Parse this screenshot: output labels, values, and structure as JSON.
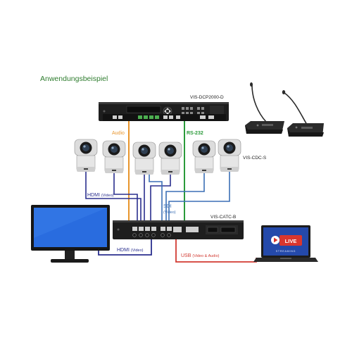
{
  "title": "Anwendungsbeispiel",
  "devices": {
    "processor": "VIS-DCP2000-D",
    "cameras": "VIS-CDC-S",
    "converter": "VIS-CATC-B"
  },
  "connections": {
    "audio": "Audio",
    "rs232": "RS-232",
    "hdmi_top": "HDMI",
    "hdmi_top_sub": "(Video)",
    "sdi": "SDI",
    "sdi_sub": "(Video)",
    "hdmi_bottom": "HDMI",
    "hdmi_bottom_sub": "(Video)",
    "usb": "USB",
    "usb_sub": "(Video & Audio)"
  },
  "badge": {
    "live": "LIVE",
    "streaming": "STREAMING"
  },
  "colors": {
    "audio": "#e8952d",
    "rs232": "#2a9a3a",
    "hdmi": "#2a2f8e",
    "sdi": "#3b6fb5",
    "usb": "#d23a32",
    "title": "#2f7d2f",
    "live": "#d9362d"
  }
}
